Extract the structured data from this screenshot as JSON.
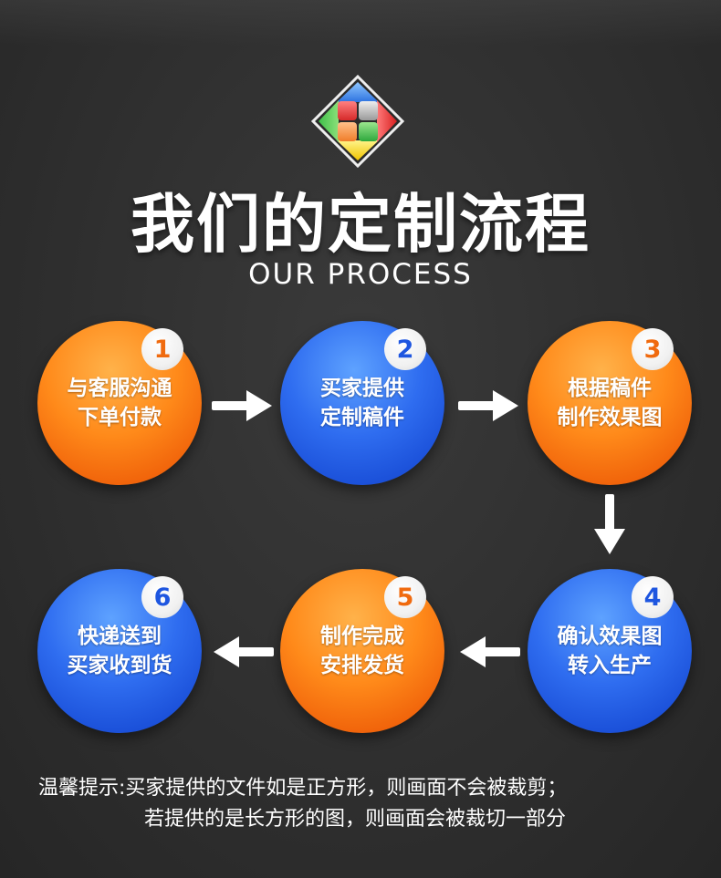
{
  "header": {
    "title": "我们的定制流程",
    "subtitle": "OUR PROCESS"
  },
  "steps": [
    {
      "number": "1",
      "line1": "与客服沟通",
      "line2": "下单付款",
      "color": "#ff8a1a"
    },
    {
      "number": "2",
      "line1": "买家提供",
      "line2": "定制稿件",
      "color": "#2f6df0"
    },
    {
      "number": "3",
      "line1": "根据稿件",
      "line2": "制作效果图",
      "color": "#ff8a1a"
    },
    {
      "number": "4",
      "line1": "确认效果图",
      "line2": "转入生产",
      "color": "#2f6df0"
    },
    {
      "number": "5",
      "line1": "制作完成",
      "line2": "安排发货",
      "color": "#ff8a1a"
    },
    {
      "number": "6",
      "line1": "快递送到",
      "line2": "买家收到货",
      "color": "#2f6df0"
    }
  ],
  "tips": {
    "line1": "温馨提示:买家提供的文件如是正方形，则画面不会被裁剪；",
    "line2": "若提供的是长方形的图，则画面会被裁切一部分"
  },
  "icons": {
    "logo": "puzzle-cube-logo-icon",
    "arrow": "arrow-icon"
  }
}
